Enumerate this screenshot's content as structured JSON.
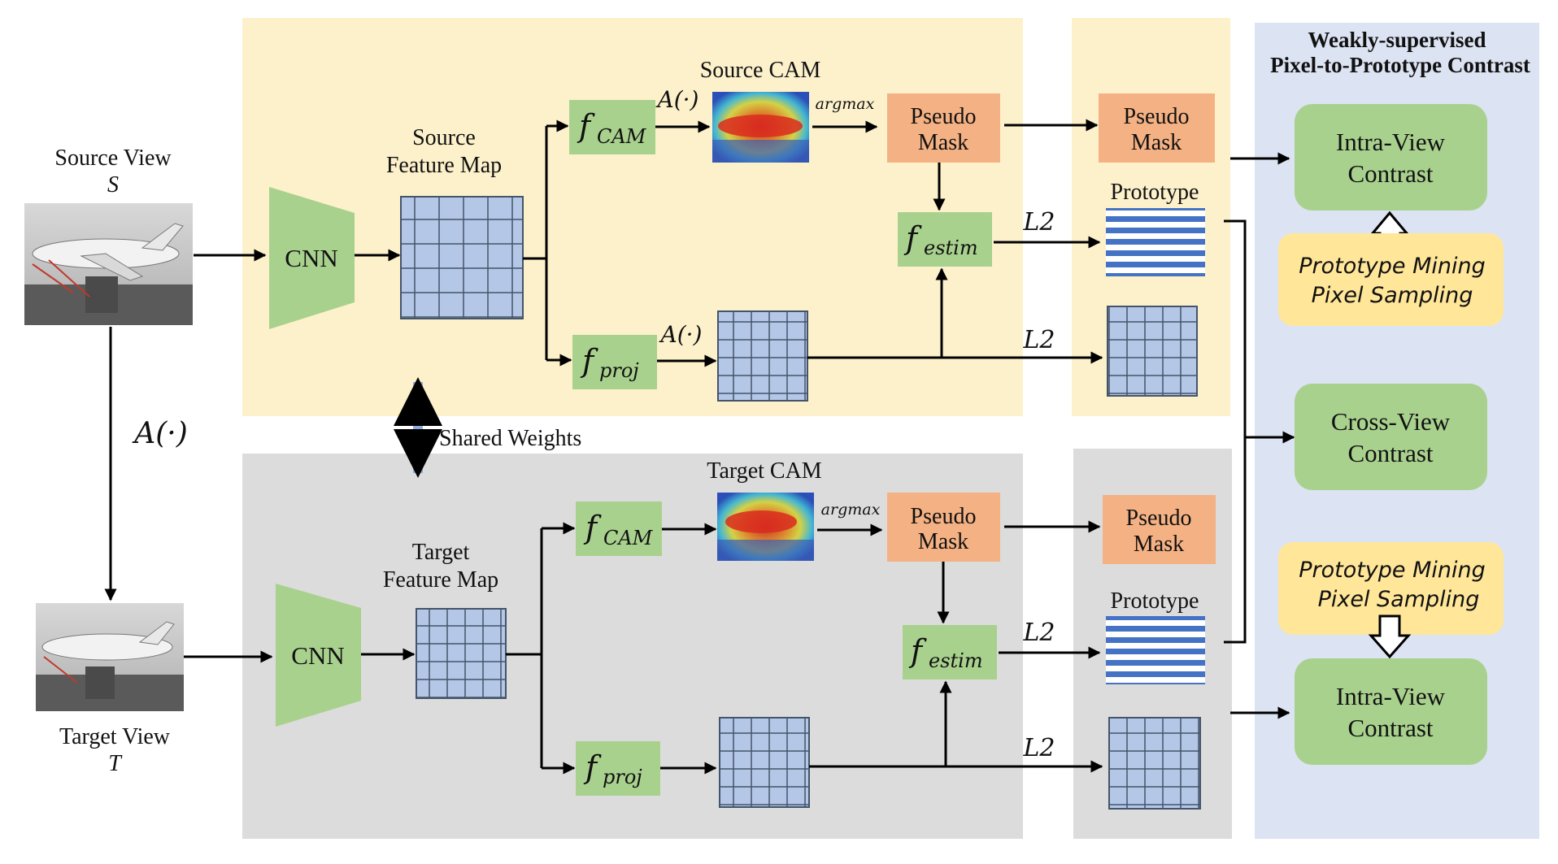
{
  "figure": {
    "source_view_label": "Source View",
    "source_view_symbol": "S",
    "target_view_label": "Target View",
    "target_view_symbol": "T",
    "augment_label": "A(·)",
    "shared_weights": "Shared Weights",
    "cnn": "CNN",
    "source_feature_map": [
      "Source",
      "Feature Map"
    ],
    "target_feature_map": [
      "Target",
      "Feature Map"
    ],
    "source_cam": "Source CAM",
    "target_cam": "Target CAM",
    "f_cam_main": "f",
    "f_cam_sub": "CAM",
    "f_proj_sub": "proj",
    "f_estim_sub": "estim",
    "argmax": "argmax",
    "pseudo_mask": [
      "Pseudo",
      "Mask"
    ],
    "prototype": "Prototype",
    "l2": "L2",
    "panel_title": [
      "Weakly-supervised",
      "Pixel-to-Prototype Contrast"
    ],
    "intra_view": [
      "Intra-View",
      "Contrast"
    ],
    "cross_view": [
      "Cross-View",
      "Contrast"
    ],
    "proto_mining": [
      "Prototype Mining",
      "Pixel Sampling"
    ]
  },
  "colors": {
    "source_bg": "#fdf1cb",
    "target_bg": "#dcdcdc",
    "panel_bg": "#dce3f2",
    "green": "#a9d18e",
    "orange": "#f4b183",
    "yellow": "#ffe699",
    "grid_fill": "#b4c7e7",
    "grid_line": "#44546a",
    "stripe": "#4472c4",
    "shared_arrow": "#8faadc"
  }
}
